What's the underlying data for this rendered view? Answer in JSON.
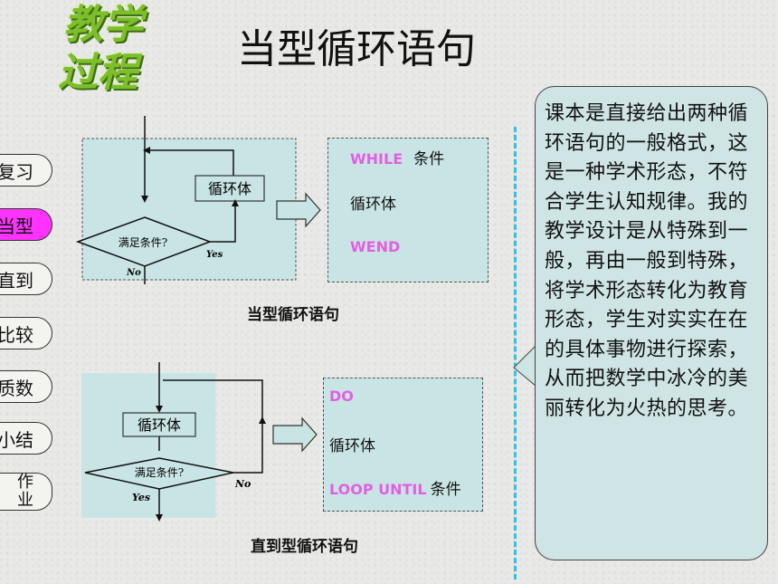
{
  "header": {
    "logo_line1": "教学",
    "logo_line2": "过程",
    "title": "当型循环语句"
  },
  "sidebar": {
    "items": [
      {
        "label": "复习"
      },
      {
        "label": "当型"
      },
      {
        "label": "直到"
      },
      {
        "label": "比较"
      },
      {
        "label": "质数"
      },
      {
        "label": "小结"
      },
      {
        "label_line1": "作",
        "label_line2": "业"
      }
    ],
    "active_color": "#ff33ff"
  },
  "while_flowchart": {
    "loop_body": "循环体",
    "condition": "满足条件?",
    "yes": "Yes",
    "no": "No",
    "caption": "当型循环语句"
  },
  "while_code": {
    "kw_while": "WHILE",
    "cond": "条件",
    "body": "循环体",
    "kw_wend": "WEND"
  },
  "until_flowchart": {
    "loop_body": "循环体",
    "condition": "满足条件?",
    "yes": "Yes",
    "no": "No",
    "caption": "直到型循环语句"
  },
  "until_code": {
    "kw_do": "DO",
    "body": "循环体",
    "kw_loop": "LOOP UNTIL",
    "cond": "条件"
  },
  "note": {
    "text": "课本是直接给出两种循环语句的一般格式，这是一种学术形态，不符合学生认知规律。我的教学设计是从特殊到一般，再由一般到特殊，将学术形态转化为教育形态，学生对实实在在的具体事物进行探索，从而把数学中冰冷的美丽转化为火热的思考。"
  },
  "colors": {
    "keyword": "#e25fe2",
    "logo_green": "#7dbf2a",
    "panel": "#c9e4e4",
    "divider": "#2bc4e8"
  }
}
